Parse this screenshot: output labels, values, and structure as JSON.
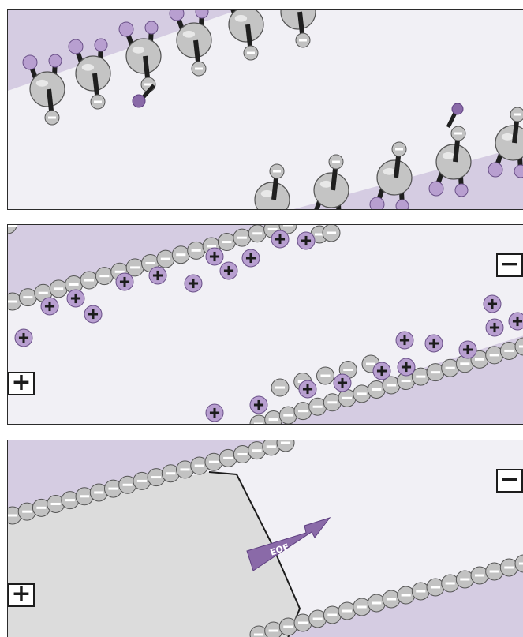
{
  "panels": [
    {
      "id": "surface-groups"
    },
    {
      "id": "double-layer",
      "anode_sign": "+",
      "cathode_sign": "−"
    },
    {
      "id": "electroosmotic-flow",
      "anode_sign": "+",
      "cathode_sign": "−",
      "arrow_label": "EOF"
    }
  ],
  "colors": {
    "background": "#f1f0f5",
    "wall": "#d5cce2",
    "lilac": "#b89fd0",
    "atom": "#c4c4c4",
    "bond": "#1f1f1f",
    "plug": "#dcdcdc",
    "arrow": "#8a6aa8"
  }
}
